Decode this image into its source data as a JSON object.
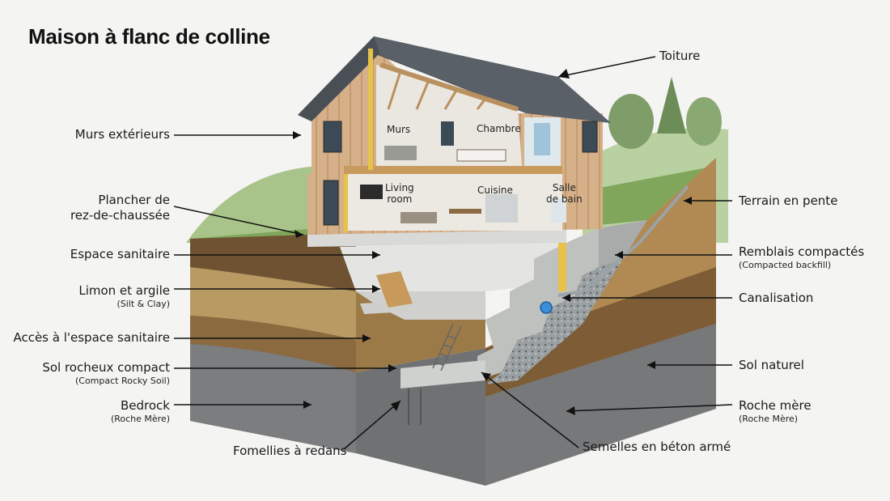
{
  "title": "Maison à flanc de colline",
  "labels": {
    "toiture": "Toiture",
    "murs_exterieurs": "Murs extérieurs",
    "plancher_1": "Plancher de",
    "plancher_2": "rez-de-chaussée",
    "espace_sanitaire": "Espace sanitaire",
    "limon": "Limon et argile",
    "limon_sub": "(Silt & Clay)",
    "acces": "Accès à l'espace sanitaire",
    "sol_rocheux": "Sol rocheux compact",
    "sol_rocheux_sub": "(Compact Rocky Soil)",
    "bedrock": "Bedrock",
    "bedrock_sub": "(Roche Mère)",
    "fondations": "Fomellies à redans",
    "semelles": "Semelles en béton armé",
    "roche_mere": "Roche mère",
    "roche_mere_sub": "(Roche Mère)",
    "sol_naturel": "Sol naturel",
    "canalisation": "Canalisation",
    "remblais": "Remblais compactés",
    "remblais_sub": "(Compacted backfill)",
    "terrain": "Terrain en pente"
  },
  "rooms": {
    "murs": "Murs",
    "chambre": "Chambre",
    "living_1": "Living",
    "living_2": "room",
    "cuisine": "Cuisine",
    "salle_1": "Salle",
    "salle_2": "de bain"
  },
  "colors": {
    "roof": "#4a4f55",
    "wood": "#d9b48a",
    "concrete": "#c4c6c4",
    "soil_top": "#8a6a3f",
    "soil_mid": "#b08a52",
    "rock": "#7d7f80",
    "grass": "#7fa65a"
  }
}
